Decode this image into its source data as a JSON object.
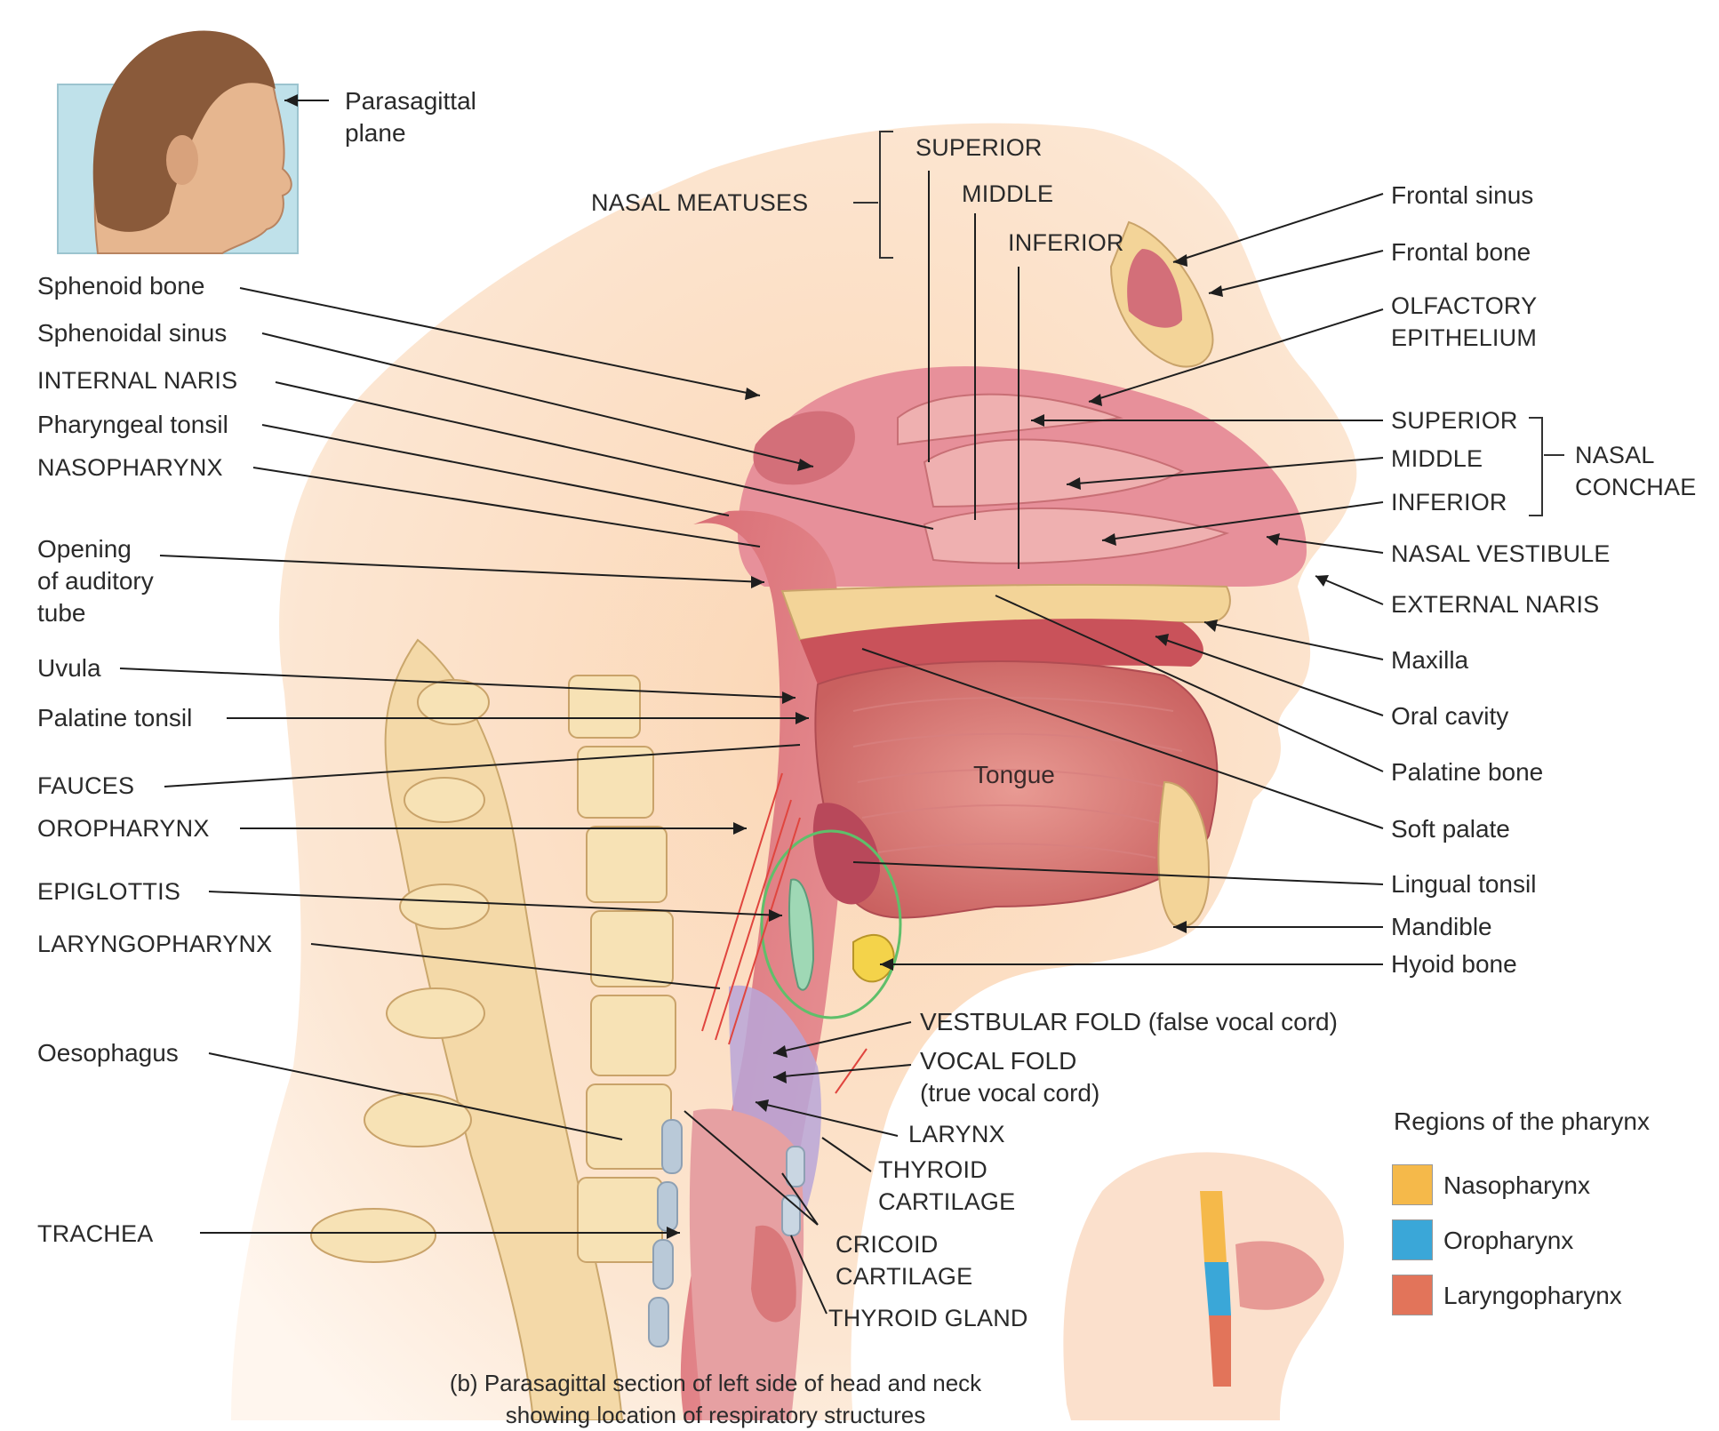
{
  "labels": {
    "parasagittal_plane": [
      "Parasagittal",
      "plane"
    ],
    "nasal_meatuses": "NASAL MEATUSES",
    "meatus_superior": "SUPERIOR",
    "meatus_middle": "MIDDLE",
    "meatus_inferior": "INFERIOR",
    "frontal_sinus": "Frontal sinus",
    "frontal_bone": "Frontal bone",
    "olfactory_epithelium": [
      "OLFACTORY",
      "EPITHELIUM"
    ],
    "concha_superior": "SUPERIOR",
    "concha_middle": "MIDDLE",
    "concha_inferior": "INFERIOR",
    "nasal_conchae": [
      "NASAL",
      "CONCHAE"
    ],
    "nasal_vestibule": "NASAL VESTIBULE",
    "external_naris": "EXTERNAL NARIS",
    "maxilla": "Maxilla",
    "oral_cavity": "Oral cavity",
    "palatine_bone": "Palatine bone",
    "soft_palate": "Soft palate",
    "lingual_tonsil": "Lingual tonsil",
    "mandible": "Mandible",
    "hyoid_bone": "Hyoid bone",
    "vestibular_fold": "VESTBULAR FOLD (false vocal cord)",
    "vocal_fold": [
      "VOCAL FOLD",
      "(true vocal cord)"
    ],
    "larynx": "LARYNX",
    "thyroid_cartilage": [
      "THYROID",
      "CARTILAGE"
    ],
    "cricoid_cartilage": [
      "CRICOID",
      "CARTILAGE"
    ],
    "thyroid_gland": "THYROID GLAND",
    "sphenoid_bone": "Sphenoid bone",
    "sphenoidal_sinus": "Sphenoidal sinus",
    "internal_naris": "INTERNAL NARIS",
    "pharyngeal_tonsil": "Pharyngeal tonsil",
    "nasopharynx": "NASOPHARYNX",
    "opening_auditory_tube": [
      "Opening",
      "of auditory",
      "tube"
    ],
    "uvula": "Uvula",
    "palatine_tonsil": "Palatine tonsil",
    "fauces": "FAUCES",
    "oropharynx": "OROPHARYNX",
    "epiglottis": "EPIGLOTTIS",
    "laryngopharynx": "LARYNGOPHARYNX",
    "oesophagus": "Oesophagus",
    "trachea": "TRACHEA",
    "tongue": "Tongue"
  },
  "caption": [
    "(b) Parasagittal section of left side of head and neck",
    "showing location of respiratory structures"
  ],
  "legend": {
    "title": "Regions of the pharynx",
    "items": [
      {
        "label": "Nasopharynx",
        "color": "#f5b94a"
      },
      {
        "label": "Oropharynx",
        "color": "#3aa7d8"
      },
      {
        "label": "Laryngopharynx",
        "color": "#e2745a"
      }
    ]
  }
}
